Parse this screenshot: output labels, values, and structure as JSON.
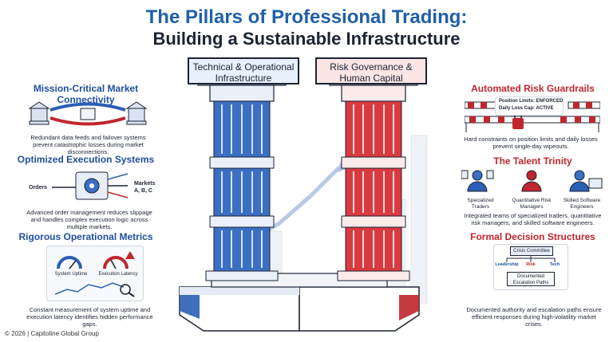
{
  "title": {
    "line1": "The Pillars of Professional Trading:",
    "line2": "Building a Sustainable Infrastructure"
  },
  "pillars": {
    "left_label": "Technical & Operational Infrastructure",
    "right_label": "Risk Governance & Human Capital"
  },
  "left": {
    "connectivity": {
      "title": "Mission-Critical Market Connectivity",
      "desc": "Redundant data feeds and failover systems prevent catastrophic losses during market disconnections."
    },
    "execution": {
      "title": "Optimized Execution Systems",
      "orders_label": "Orders",
      "markets_label": "Markets A, B, C",
      "desc": "Advanced order management reduces slippage and handles complex execution logic across multiple markets."
    },
    "metrics": {
      "title": "Rigorous Operational Metrics",
      "uptime_label": "System Uptime",
      "latency_label": "Execution Latency",
      "desc": "Constant measurement of system uptime and execution latency identifies hidden performance gaps."
    }
  },
  "right": {
    "guardrails": {
      "title": "Automated Risk Guardrails",
      "position_limits": "Position Limits: ENFORCED",
      "daily_loss": "Daily Loss Cap: ACTIVE",
      "desc": "Hard constraints on position limits and daily losses prevent single-day wipeouts."
    },
    "talent": {
      "title": "The Talent Trinity",
      "roles": [
        "Specialized Traders",
        "Quantitative Risk Managers",
        "Skilled Software Engineers"
      ],
      "desc": "Integrated teams of specialized traders, quantitative risk managers, and skilled software engineers."
    },
    "decision": {
      "title": "Formal Decision Structures",
      "committee": "Crisis Committee",
      "members": [
        "Leadership",
        "Risk",
        "Tech"
      ],
      "paths": "Documented Escalation Paths",
      "desc": "Documented authority and escalation paths ensure efficient responses during high-volatility market crises."
    }
  },
  "footer": "© 2026 | Capitoline Global Group",
  "colors": {
    "blue": "#1f4f9c",
    "red": "#c0262d",
    "dark": "#1b2333"
  }
}
